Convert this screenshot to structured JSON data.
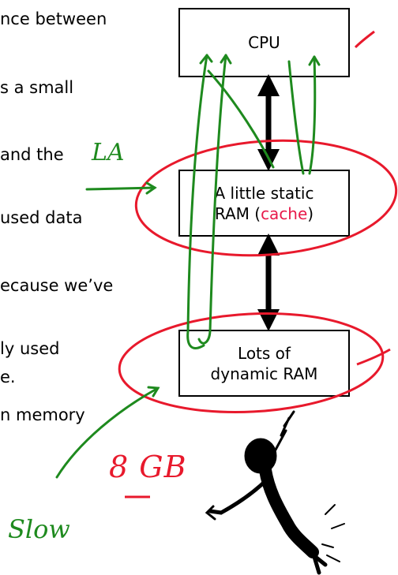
{
  "slide_text_fragments": [
    "nce between",
    "s a small",
    "and the",
    "used data",
    "ecause we’ve",
    "ly used",
    "e.",
    "n memory"
  ],
  "boxes": {
    "cpu": "CPU",
    "cache_line1": "A little static",
    "cache_line2_prefix": "RAM (",
    "cache_word": "cache",
    "cache_line2_suffix": ")",
    "dram_line1": "Lots of",
    "dram_line2": "dynamic RAM"
  },
  "annotations": {
    "green_top": "LA",
    "red_size": "8 GB",
    "green_slow": "Slow"
  },
  "colors": {
    "annotation_red": "#e8192c",
    "annotation_green": "#1e8a1e",
    "cache_word": "#e8194a"
  }
}
